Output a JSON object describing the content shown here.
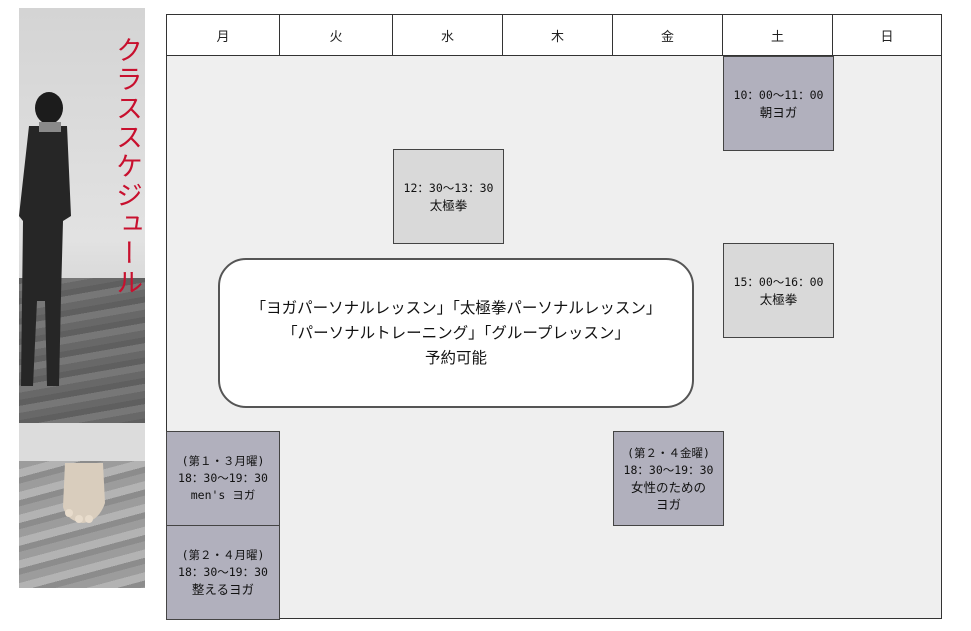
{
  "banner": {
    "title": "クラススケジュール"
  },
  "schedule": {
    "days": [
      "月",
      "火",
      "水",
      "木",
      "金",
      "土",
      "日"
    ],
    "slots": {
      "sat_morning_yoga": {
        "time": "10：00～11：00",
        "name": "朝ヨガ"
      },
      "wed_taichi": {
        "time": "12：30～13：30",
        "name": "太極拳"
      },
      "sat_taichi": {
        "time": "15：00～16：00",
        "name": "太極拳"
      },
      "mon_mens_yoga": {
        "week": "(第１・３月曜)",
        "time": "18：30～19：30",
        "name": "men's ヨガ"
      },
      "mon_adjust_yoga": {
        "week": "(第２・４月曜)",
        "time": "18：30～19：30",
        "name": "整えるヨガ"
      },
      "fri_women_yoga": {
        "week": "(第２・４金曜)",
        "time": "18：30～19：30",
        "name_line1": "女性のための",
        "name_line2": "ヨガ"
      }
    },
    "notice": {
      "line1": "「ヨガパーソナルレッスン」「太極拳パーソナルレッスン」",
      "line2": "「パーソナルトレーニング」「グループレッスン」",
      "line3": "予約可能"
    }
  }
}
